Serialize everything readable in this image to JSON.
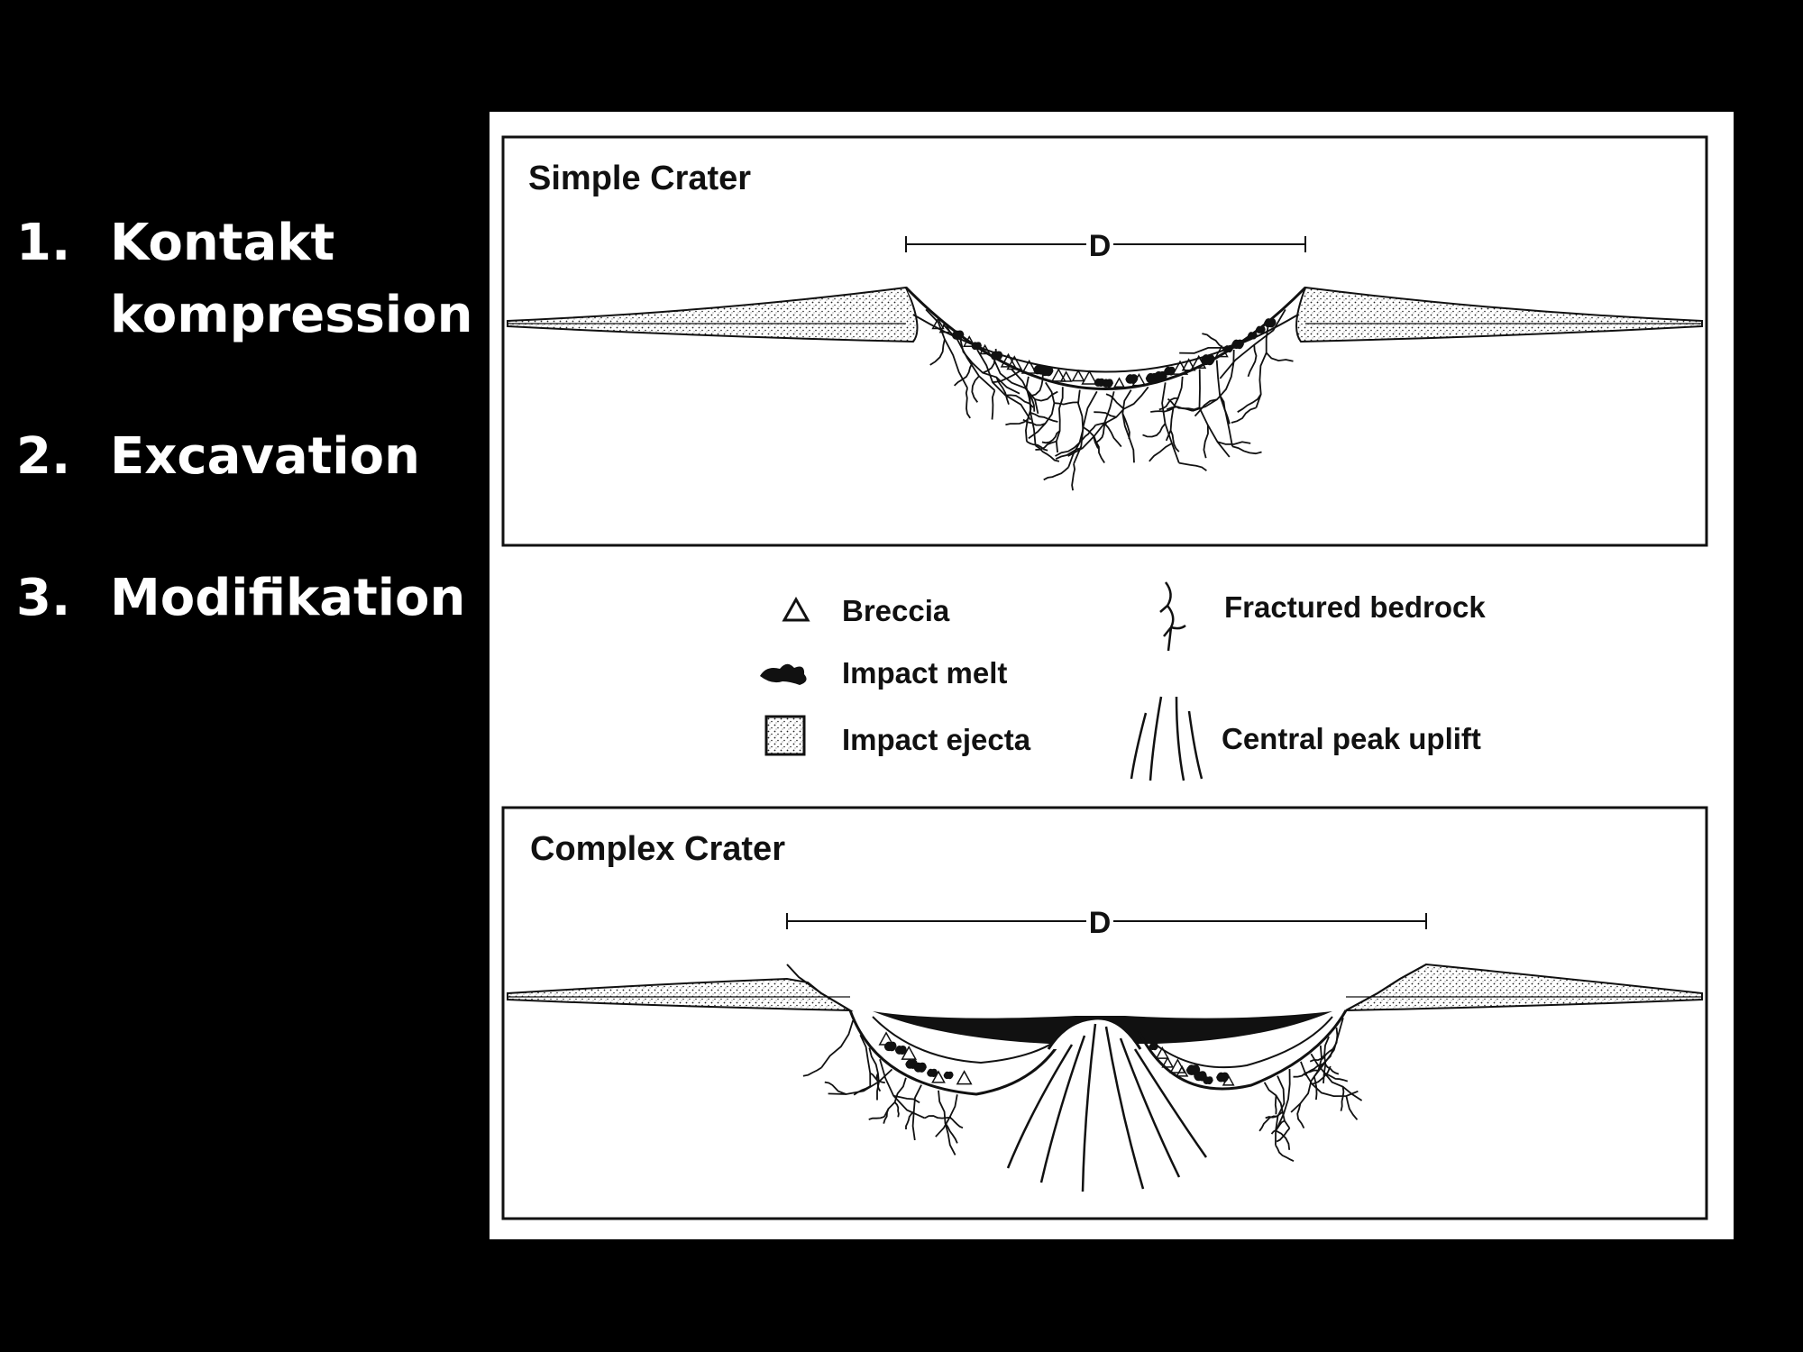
{
  "slide": {
    "steps": [
      {
        "number": "1.",
        "text": "Kontakt\nkompression"
      },
      {
        "number": "2.",
        "text": "Excavation"
      },
      {
        "number": "3.",
        "text": "Modifikation"
      }
    ]
  },
  "diagram": {
    "simple_panel_title": "Simple Crater",
    "complex_panel_title": "Complex Crater",
    "diameter_label": "D",
    "legend": {
      "breccia": "Breccia",
      "impact_melt": "Impact melt",
      "impact_ejecta": "Impact ejecta",
      "fractured_bedrock": "Fractured bedrock",
      "central_peak_uplift": "Central peak uplift"
    }
  },
  "colors": {
    "background": "#000000",
    "slide_text": "#ffffff",
    "diagram_background": "#ffffff",
    "diagram_ink": "#111111"
  }
}
